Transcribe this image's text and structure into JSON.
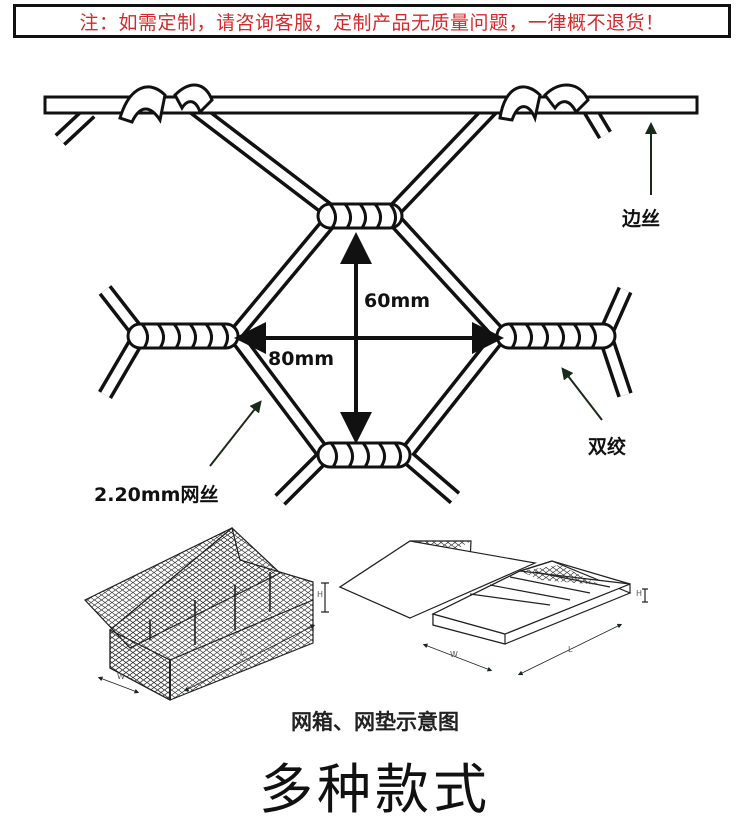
{
  "notice": "注：如需定制，请咨询客服，定制产品无质量问题，一律概不退货！",
  "diagram": {
    "edge_wire_label": "边丝",
    "height_label": "60mm",
    "width_label": "80mm",
    "double_twist_label": "双绞",
    "mesh_wire_label": "2.20mm网丝"
  },
  "schematic": {
    "dim_w": "W",
    "dim_l": "L",
    "dim_h": "H",
    "caption": "网箱、网垫示意图"
  },
  "headline": "多种款式",
  "colors": {
    "notice_text": "#d42a2a",
    "line": "#111111"
  }
}
